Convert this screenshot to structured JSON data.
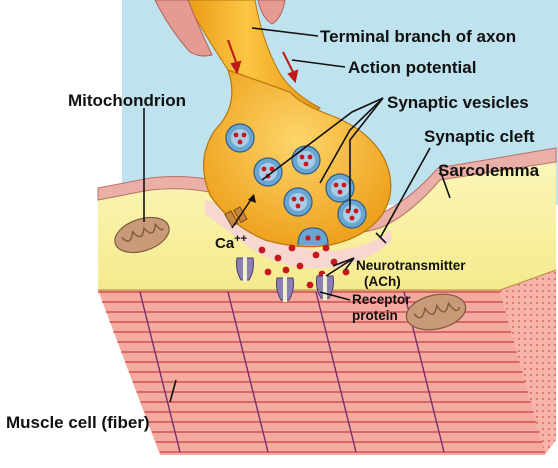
{
  "labels": {
    "terminal_branch": "Terminal branch of axon",
    "action_potential": "Action potential",
    "mitochondrion": "Mitochondrion",
    "synaptic_vesicles": "Synaptic vesicles",
    "synaptic_cleft": "Synaptic cleft",
    "sarcolemma": "Sarcolemma",
    "calcium": "Ca",
    "calcium_charge": "++",
    "neurotransmitter_line1": "Neurotransmitter",
    "neurotransmitter_line2": "(ACh)",
    "receptor_line1": "Receptor",
    "receptor_line2": "protein",
    "muscle_cell": "Muscle cell (fiber)"
  },
  "colors": {
    "background_fluid": "#bfe3ee",
    "axon_terminal": "#f5b52a",
    "axon_highlight": "#fdd86a",
    "sarcolemma": "#eab0a8",
    "cleft": "#f6d3cc",
    "sarcoplasm": "#f9f2a8",
    "myofibril": "#f4a7a0",
    "myofibril_line": "#c8413d",
    "vesicle": "#6ba6d2",
    "neurotransmitter": "#c8171c",
    "receptor": "#8e7fb3",
    "mitochondrion": "#c99a78"
  }
}
